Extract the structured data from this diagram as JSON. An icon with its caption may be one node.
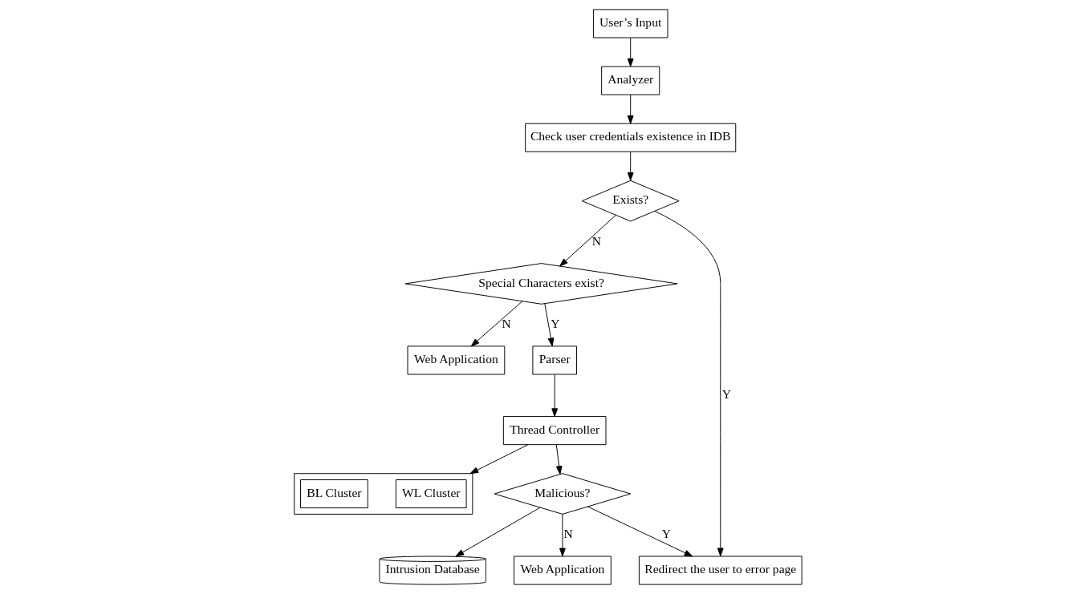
{
  "diagram": {
    "nodes": [
      {
        "text": [
          "User’s Input"
        ]
      },
      {
        "text": [
          "Analyzer"
        ]
      },
      {
        "text": [
          "Check user credentials existence in IDB"
        ]
      },
      {
        "text": [
          "Exists?"
        ]
      },
      {
        "text": [
          "Special Characters exist?"
        ]
      },
      {
        "text": [
          "Redirect the user to error page"
        ]
      },
      {
        "text": [
          "Parser"
        ]
      },
      {
        "text": [
          "Web Application"
        ]
      },
      {
        "text": [
          "Intrusion Database"
        ]
      },
      {
        "text": [
          "Web Application"
        ]
      },
      {
        "text": [
          "Malicious?"
        ]
      },
      {
        "text": [
          "Thread Controller"
        ]
      },
      {
        "text": [],
        "shape": "box"
      },
      {
        "text": [
          "WL Cluster"
        ],
        "in": 12
      },
      {
        "text": [
          "BL Cluster"
        ],
        "in": 12
      }
    ],
    "edges": [
      {
        "from": 0,
        "to": 1,
        "arrow": "to"
      },
      {
        "from": 1,
        "to": 2,
        "arrow": "to"
      },
      {
        "from": 2,
        "to": 3,
        "arrow": "to"
      },
      {
        "from": 3,
        "to": 5,
        "arrow": "to",
        "label": "Y"
      },
      {
        "from": 3,
        "to": 4,
        "arrow": "to",
        "label": "N"
      },
      {
        "from": 4,
        "to": 6,
        "arrow": "to",
        "label": "Y"
      },
      {
        "from": 4,
        "to": 7,
        "arrow": "to",
        "label": "N"
      },
      {
        "from": 6,
        "to": 11,
        "arrow": "to"
      },
      {
        "from": 11,
        "to": 10,
        "arrow": "to"
      },
      {
        "from": 10,
        "to": 8,
        "arrow": "to"
      },
      {
        "from": 10,
        "to": 5,
        "arrow": "to",
        "label": "Y"
      },
      {
        "from": 10,
        "to": 9,
        "arrow": "to",
        "label": "N"
      },
      {
        "from": 11,
        "to": 12,
        "arrow": "to"
      }
    ]
  }
}
